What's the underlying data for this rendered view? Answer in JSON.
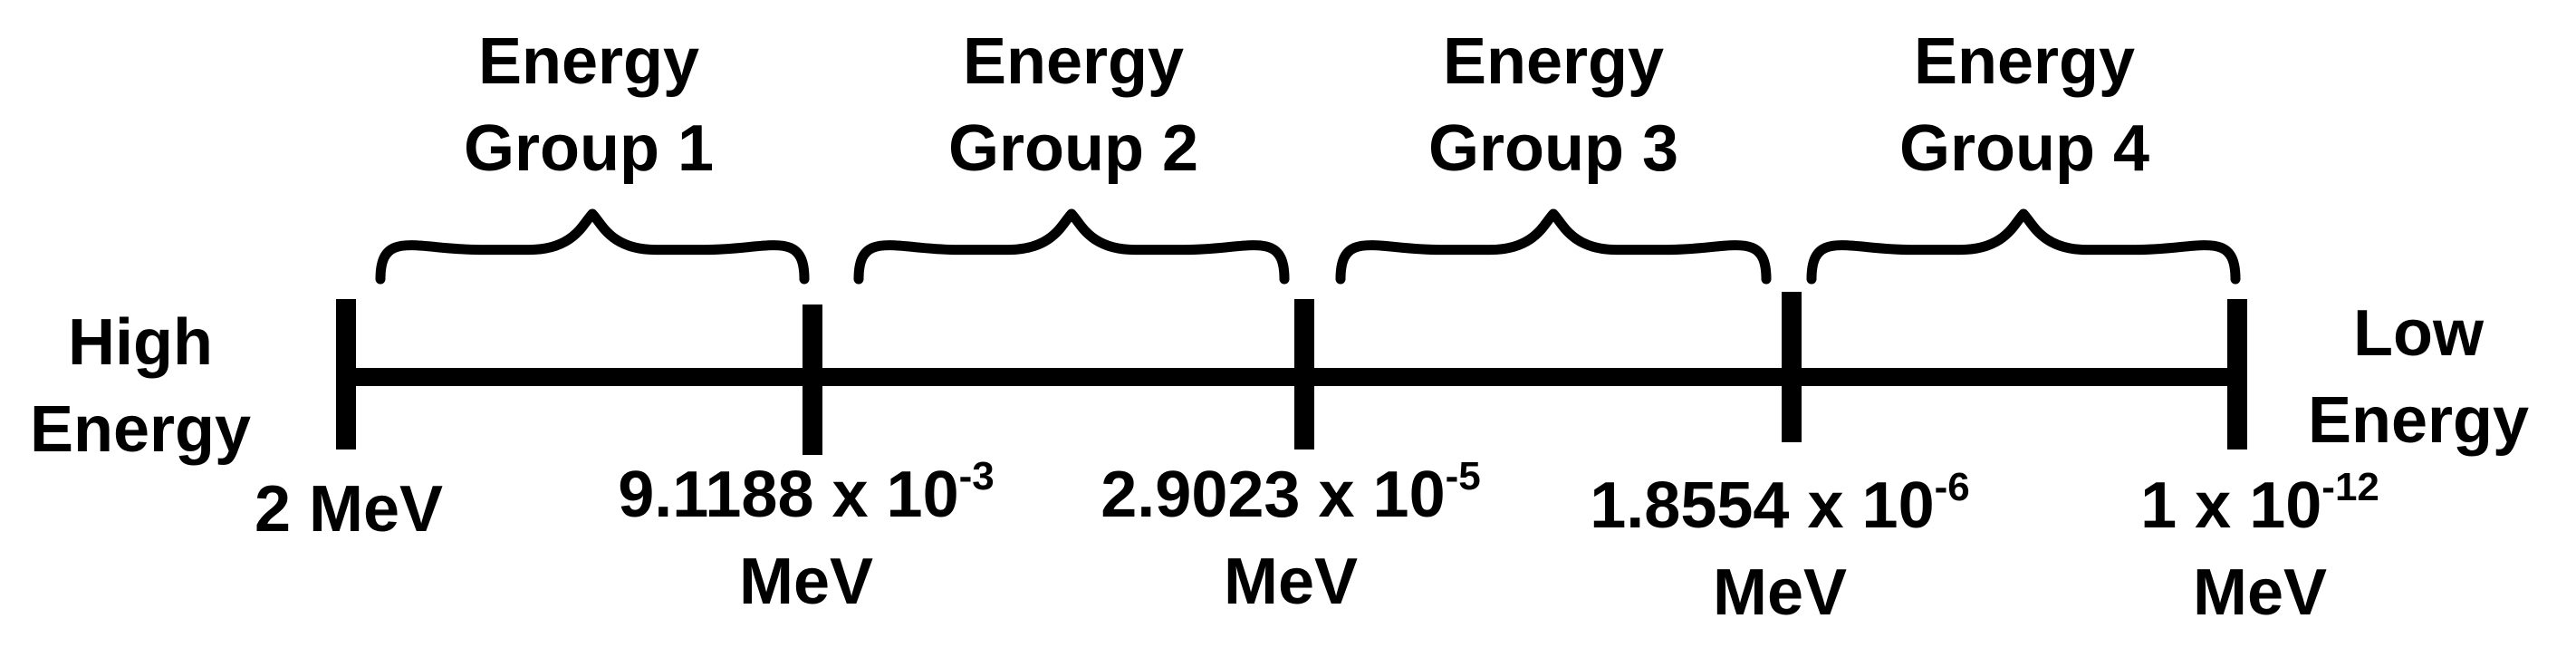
{
  "diagram": {
    "left_label": [
      "High",
      "Energy"
    ],
    "right_label": [
      "Low",
      "Energy"
    ],
    "groups": [
      {
        "line1": "Energy",
        "line2": "Group 1"
      },
      {
        "line1": "Energy",
        "line2": "Group 2"
      },
      {
        "line1": "Energy",
        "line2": "Group 3"
      },
      {
        "line1": "Energy",
        "line2": "Group 4"
      }
    ],
    "boundaries": [
      {
        "mantissa": "2 MeV",
        "times": "",
        "exponent": "",
        "unit": ""
      },
      {
        "mantissa": "9.1188",
        "times": "x 10",
        "exponent": "-3",
        "unit": "MeV"
      },
      {
        "mantissa": "2.9023",
        "times": "x 10",
        "exponent": "-5",
        "unit": "MeV"
      },
      {
        "mantissa": "1.8554",
        "times": "x 10",
        "exponent": "-6",
        "unit": "MeV"
      },
      {
        "mantissa": "1",
        "times": "x 10",
        "exponent": "-12",
        "unit": "MeV"
      }
    ],
    "color": "#000000"
  }
}
